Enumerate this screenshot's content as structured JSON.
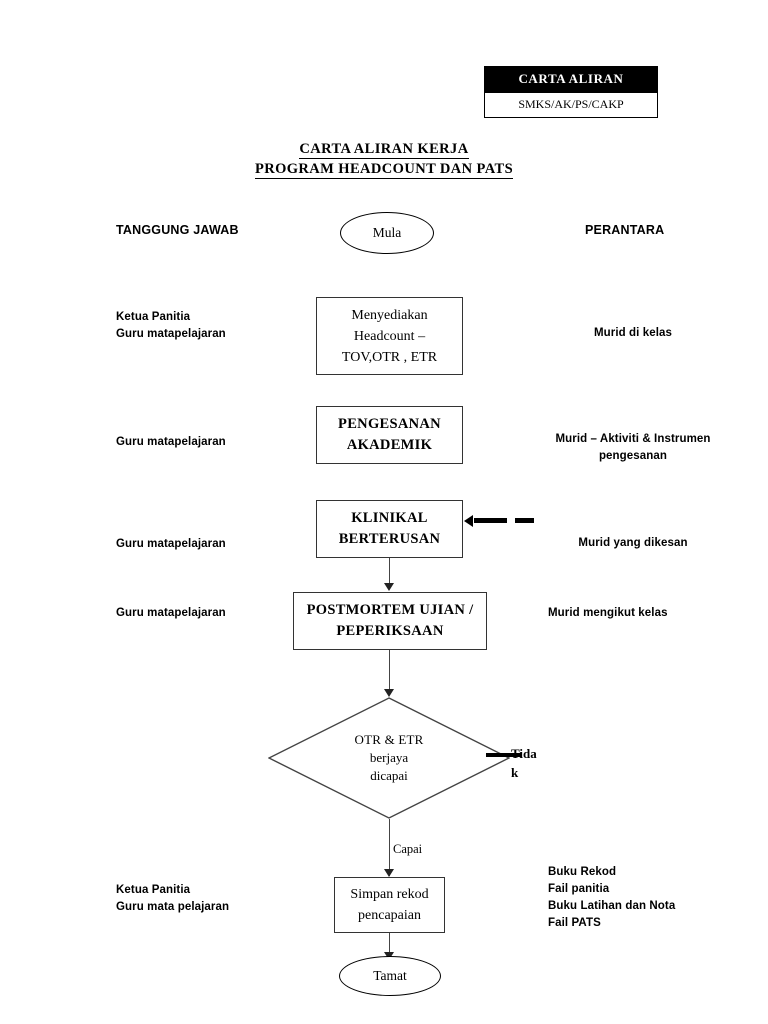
{
  "stamp": {
    "title": "CARTA ALIRAN",
    "code": "SMKS/AK/PS/CAKP"
  },
  "doc_title": {
    "line1": "CARTA ALIRAN KERJA",
    "line2": "PROGRAM HEADCOUNT DAN PATS "
  },
  "columns": {
    "left_heading": "TANGGUNG JAWAB",
    "right_heading": "PERANTARA"
  },
  "flow": {
    "start": "Mula",
    "end": "Tamat",
    "steps": [
      {
        "responsible": "Ketua Panitia\nGuru matapelajaran",
        "node": "Menyediakan\nHeadcount –\nTOV,OTR , ETR",
        "medium": "Murid di kelas"
      },
      {
        "responsible": "Guru matapelajaran",
        "node": "PENGESANAN\nAKADEMIK",
        "medium": "Murid – Aktiviti & Instrumen\npengesanan"
      },
      {
        "responsible": "Guru matapelajaran",
        "node": "KLINIKAL\nBERTERUSAN",
        "medium": "Murid yang dikesan"
      },
      {
        "responsible": "Guru matapelajaran",
        "node": "POSTMORTEM UJIAN /\nPEPERIKSAAN",
        "medium": "Murid mengikut kelas"
      }
    ],
    "decision": {
      "text_line1": "OTR & ETR",
      "text_line2": "berjaya",
      "text_line3": "dicapai",
      "branch_no": "Tida\nk",
      "branch_yes": "Capai"
    },
    "record": {
      "responsible": "Ketua Panitia\nGuru mata pelajaran",
      "node": "Simpan rekod\npencapaian",
      "medium": "Buku Rekod\nFail panitia\nBuku Latihan dan Nota\nFail PATS"
    }
  }
}
